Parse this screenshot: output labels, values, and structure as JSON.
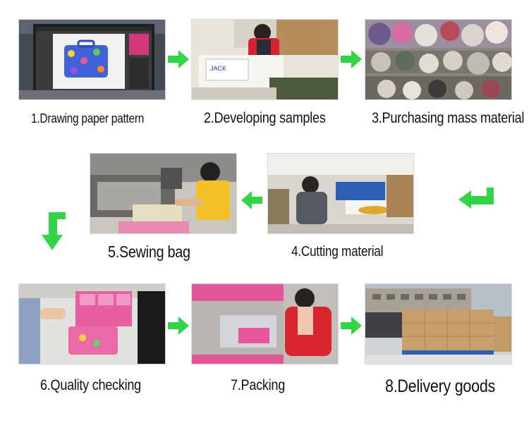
{
  "steps": [
    {
      "label": "1.Drawing paper pattern",
      "scene": "computer-monitor-scene"
    },
    {
      "label": "2.Developing samples",
      "scene": "sewing-machine-scene"
    },
    {
      "label": "3.Purchasing mass material",
      "scene": "fabric-rolls-scene"
    },
    {
      "label": "4.Cutting material",
      "scene": "cutting-machine-scene"
    },
    {
      "label": "5.Sewing bag",
      "scene": "sewing-bag-scene"
    },
    {
      "label": "6.Quality checking",
      "scene": "quality-check-scene"
    },
    {
      "label": "7.Packing",
      "scene": "packing-scene"
    },
    {
      "label": "8.Delivery goods",
      "scene": "warehouse-scene"
    }
  ],
  "colors": {
    "arrow": "#34d448",
    "caption": "#111111",
    "pink": "#e8559a",
    "red_jacket": "#d8252e",
    "carton": "#c9a06c"
  }
}
